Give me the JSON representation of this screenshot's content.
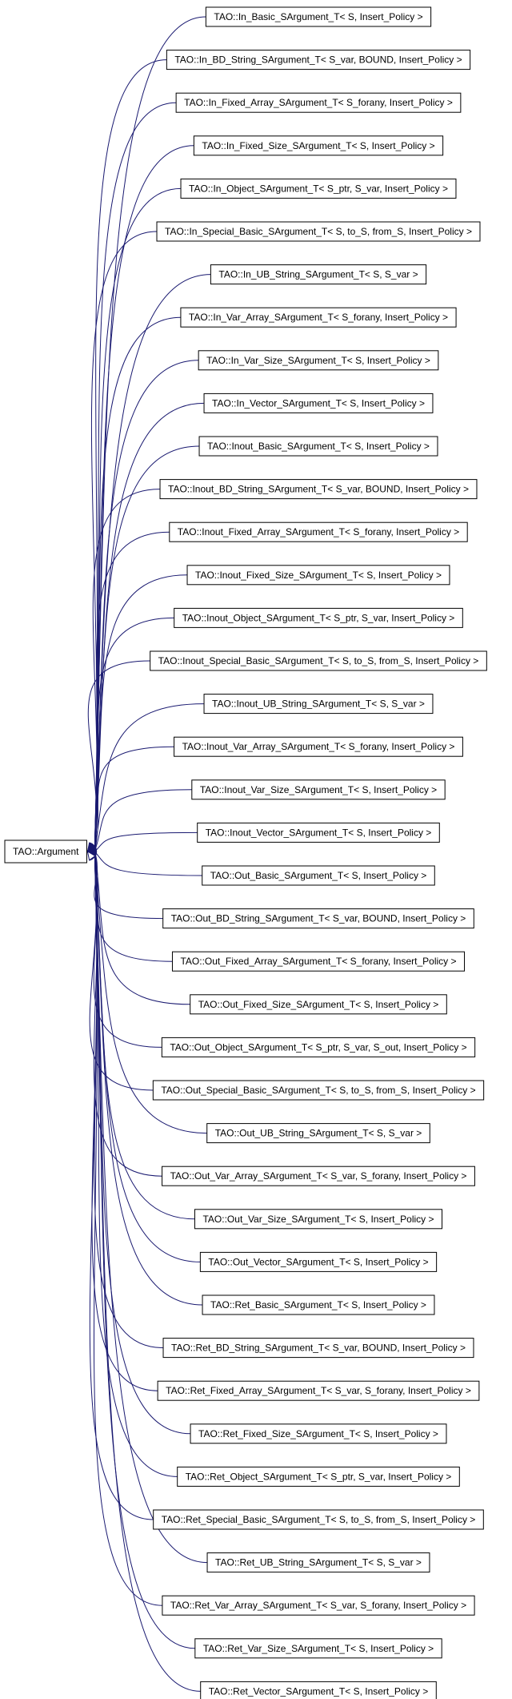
{
  "base": {
    "label": "TAO::Argument"
  },
  "derived": [
    {
      "label": "TAO::In_Basic_SArgument_T< S, Insert_Policy >"
    },
    {
      "label": "TAO::In_BD_String_SArgument_T< S_var, BOUND, Insert_Policy >"
    },
    {
      "label": "TAO::In_Fixed_Array_SArgument_T< S_forany, Insert_Policy >"
    },
    {
      "label": "TAO::In_Fixed_Size_SArgument_T< S, Insert_Policy >"
    },
    {
      "label": "TAO::In_Object_SArgument_T< S_ptr, S_var, Insert_Policy >"
    },
    {
      "label": "TAO::In_Special_Basic_SArgument_T< S, to_S, from_S, Insert_Policy >"
    },
    {
      "label": "TAO::In_UB_String_SArgument_T< S, S_var >"
    },
    {
      "label": "TAO::In_Var_Array_SArgument_T< S_forany, Insert_Policy >"
    },
    {
      "label": "TAO::In_Var_Size_SArgument_T< S, Insert_Policy >"
    },
    {
      "label": "TAO::In_Vector_SArgument_T< S, Insert_Policy >"
    },
    {
      "label": "TAO::Inout_Basic_SArgument_T< S, Insert_Policy >"
    },
    {
      "label": "TAO::Inout_BD_String_SArgument_T< S_var, BOUND, Insert_Policy >"
    },
    {
      "label": "TAO::Inout_Fixed_Array_SArgument_T< S_forany, Insert_Policy >"
    },
    {
      "label": "TAO::Inout_Fixed_Size_SArgument_T< S, Insert_Policy >"
    },
    {
      "label": "TAO::Inout_Object_SArgument_T< S_ptr, S_var, Insert_Policy >"
    },
    {
      "label": "TAO::Inout_Special_Basic_SArgument_T< S, to_S, from_S, Insert_Policy >"
    },
    {
      "label": "TAO::Inout_UB_String_SArgument_T< S, S_var >"
    },
    {
      "label": "TAO::Inout_Var_Array_SArgument_T< S_forany, Insert_Policy >"
    },
    {
      "label": "TAO::Inout_Var_Size_SArgument_T< S, Insert_Policy >"
    },
    {
      "label": "TAO::Inout_Vector_SArgument_T< S, Insert_Policy >"
    },
    {
      "label": "TAO::Out_Basic_SArgument_T< S, Insert_Policy >"
    },
    {
      "label": "TAO::Out_BD_String_SArgument_T< S_var, BOUND, Insert_Policy >"
    },
    {
      "label": "TAO::Out_Fixed_Array_SArgument_T< S_forany, Insert_Policy >"
    },
    {
      "label": "TAO::Out_Fixed_Size_SArgument_T< S, Insert_Policy >"
    },
    {
      "label": "TAO::Out_Object_SArgument_T< S_ptr, S_var, S_out, Insert_Policy >"
    },
    {
      "label": "TAO::Out_Special_Basic_SArgument_T< S, to_S, from_S, Insert_Policy >"
    },
    {
      "label": "TAO::Out_UB_String_SArgument_T< S, S_var >"
    },
    {
      "label": "TAO::Out_Var_Array_SArgument_T< S_var, S_forany, Insert_Policy >"
    },
    {
      "label": "TAO::Out_Var_Size_SArgument_T< S, Insert_Policy >"
    },
    {
      "label": "TAO::Out_Vector_SArgument_T< S, Insert_Policy >"
    },
    {
      "label": "TAO::Ret_Basic_SArgument_T< S, Insert_Policy >"
    },
    {
      "label": "TAO::Ret_BD_String_SArgument_T< S_var, BOUND, Insert_Policy >"
    },
    {
      "label": "TAO::Ret_Fixed_Array_SArgument_T< S_var, S_forany, Insert_Policy >"
    },
    {
      "label": "TAO::Ret_Fixed_Size_SArgument_T< S, Insert_Policy >"
    },
    {
      "label": "TAO::Ret_Object_SArgument_T< S_ptr, S_var, Insert_Policy >"
    },
    {
      "label": "TAO::Ret_Special_Basic_SArgument_T< S, to_S, from_S, Insert_Policy >"
    },
    {
      "label": "TAO::Ret_UB_String_SArgument_T< S, S_var >"
    },
    {
      "label": "TAO::Ret_Var_Array_SArgument_T< S_var, S_forany, Insert_Policy >"
    },
    {
      "label": "TAO::Ret_Var_Size_SArgument_T< S, Insert_Policy >"
    },
    {
      "label": "TAO::Ret_Vector_SArgument_T< S, Insert_Policy >"
    }
  ],
  "colors": {
    "edge": "#191970",
    "node_border": "#000000",
    "text": "#000000",
    "background": "#ffffff"
  }
}
